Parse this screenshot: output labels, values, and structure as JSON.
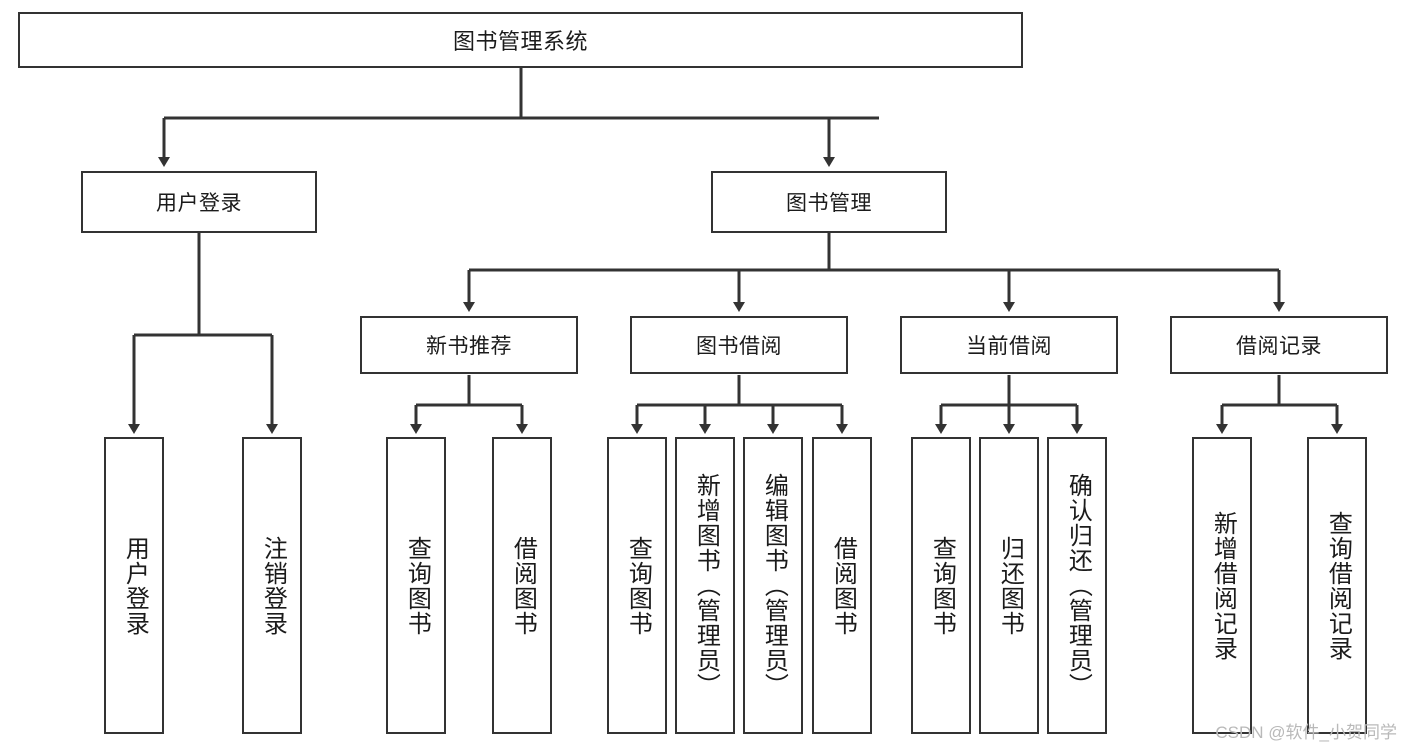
{
  "diagram": {
    "type": "tree-hierarchy",
    "title": "图书管理系统",
    "orientation": "top-down",
    "colors": {
      "line": "#333333",
      "box_border": "#333333",
      "box_fill": "#ffffff",
      "text": "#1b1b1b",
      "watermark": "#b9b9b9"
    },
    "root": {
      "label": "图书管理系统"
    },
    "level1": [
      {
        "label": "用户登录"
      },
      {
        "label": "图书管理"
      }
    ],
    "level2": [
      {
        "label": "新书推荐"
      },
      {
        "label": "图书借阅"
      },
      {
        "label": "当前借阅"
      },
      {
        "label": "借阅记录"
      }
    ],
    "leaves": {
      "user_login": [
        {
          "label": "用户登录"
        },
        {
          "label": "注销登录"
        }
      ],
      "new_book_recommend": [
        {
          "label": "查询图书"
        },
        {
          "label": "借阅图书"
        }
      ],
      "book_borrow": [
        {
          "label": "查询图书"
        },
        {
          "label": "新增图书（管理员）"
        },
        {
          "label": "编辑图书（管理员）"
        },
        {
          "label": "借阅图书"
        }
      ],
      "current_borrow": [
        {
          "label": "查询图书"
        },
        {
          "label": "归还图书"
        },
        {
          "label": "确认归还（管理员）"
        }
      ],
      "borrow_record": [
        {
          "label": "新增借阅记录"
        },
        {
          "label": "查询借阅记录"
        }
      ]
    }
  },
  "watermark": {
    "text": "CSDN @软件_小贺同学"
  }
}
